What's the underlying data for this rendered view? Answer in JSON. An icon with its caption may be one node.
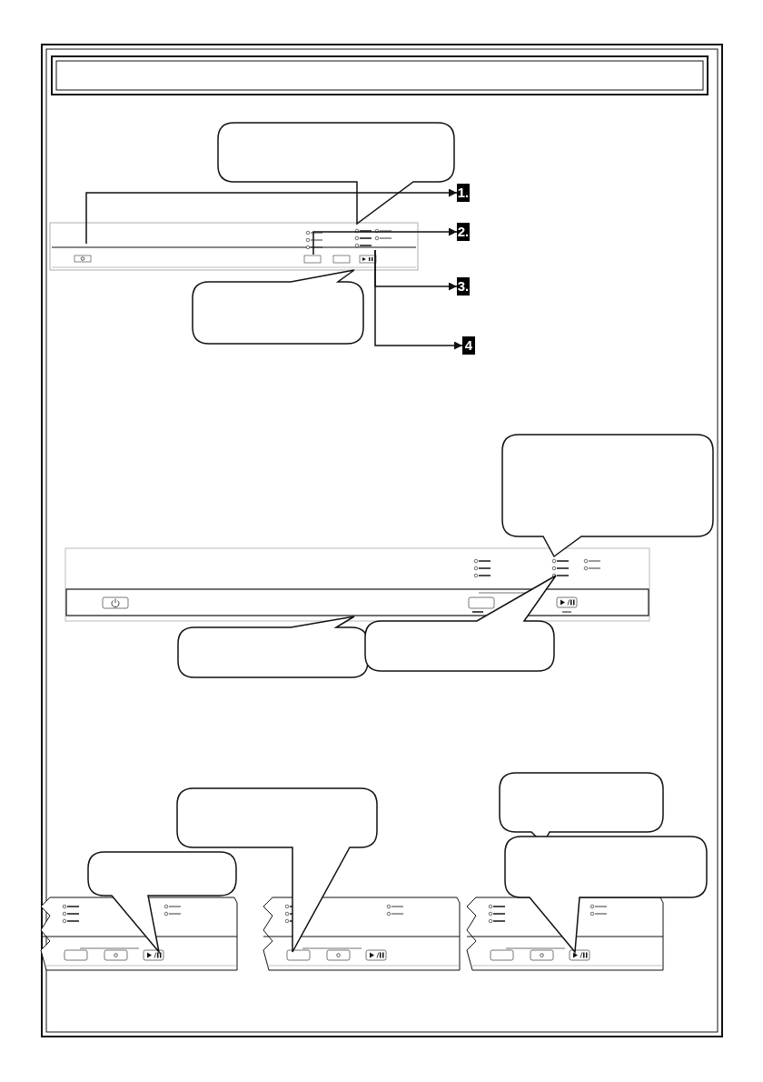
{
  "diagram": {
    "nodes": [
      {
        "text": [],
        "shape": "bubble"
      },
      {
        "text": [
          "1."
        ]
      },
      {
        "text": [
          "2."
        ]
      },
      {
        "text": [],
        "shape": "bubble"
      },
      {
        "text": [
          "3."
        ]
      },
      {
        "text": [
          "4"
        ]
      },
      {
        "text": [],
        "shape": "bubble"
      },
      {
        "text": [],
        "shape": "bubble"
      },
      {
        "text": [],
        "shape": "bubble"
      },
      {
        "text": [],
        "shape": "bubble"
      },
      {
        "text": [],
        "shape": "bubble"
      },
      {
        "text": [],
        "shape": "bubble"
      },
      {
        "text": [],
        "shape": "bubble"
      }
    ],
    "edges": [
      {
        "from": null,
        "to": 1,
        "arrow": "to"
      },
      {
        "from": null,
        "to": 2,
        "arrow": "to"
      },
      {
        "from": null,
        "to": 4,
        "arrow": "to"
      },
      {
        "from": null,
        "to": 5,
        "arrow": "to"
      }
    ]
  }
}
